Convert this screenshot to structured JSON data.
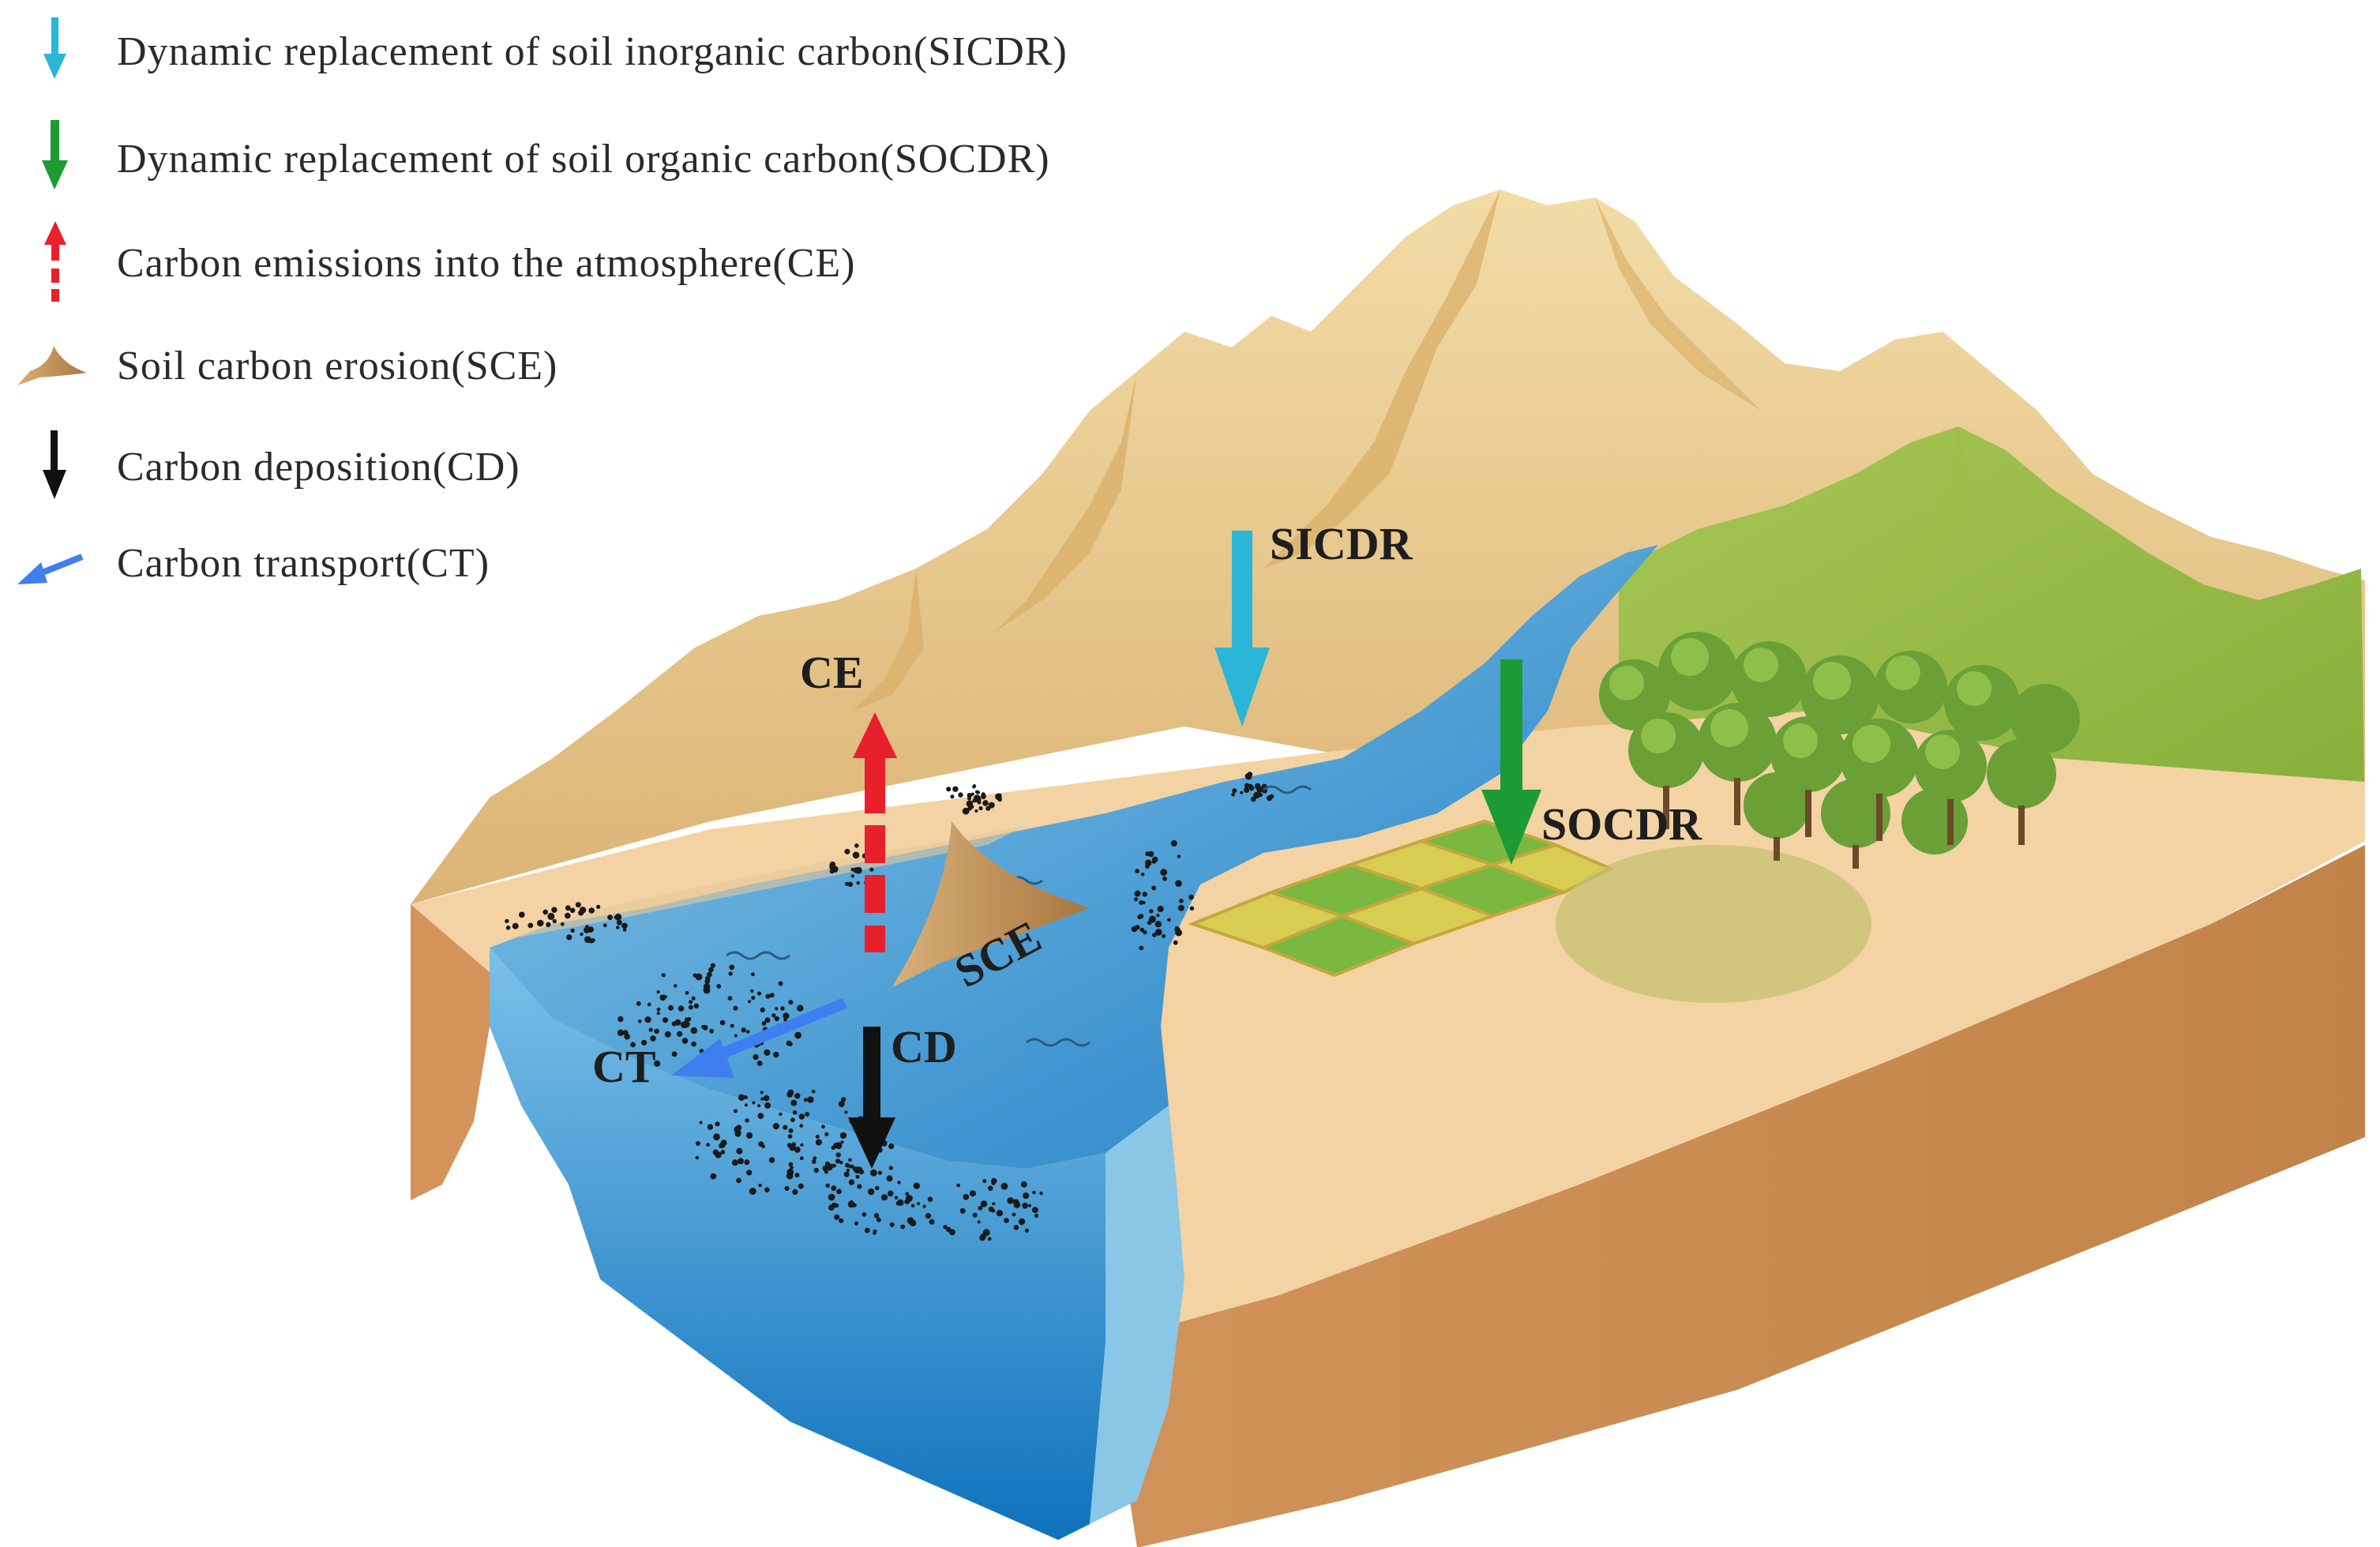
{
  "legend": {
    "items": [
      {
        "key": "sicdr",
        "text": "Dynamic replacement of soil inorganic carbon(SICDR)",
        "color": "#2bb5d6"
      },
      {
        "key": "socdr",
        "text": "Dynamic replacement of soil organic carbon(SOCDR)",
        "color": "#1e9a35"
      },
      {
        "key": "ce",
        "text": "Carbon emissions into the atmosphere(CE)",
        "color": "#e8202c"
      },
      {
        "key": "sce",
        "text": "Soil carbon erosion(SCE)",
        "color": "#b88a52"
      },
      {
        "key": "cd",
        "text": "Carbon deposition(CD)",
        "color": "#111111"
      },
      {
        "key": "ct",
        "text": "Carbon transport(CT)",
        "color": "#3f7ef0"
      }
    ]
  },
  "labels": {
    "sicdr": "SICDR",
    "socdr": "SOCDR",
    "ce": "CE",
    "sce": "SCE",
    "cd": "CD",
    "ct": "CT"
  },
  "colors": {
    "mountain": "#e8c98a",
    "mountain_shadow": "#d4ad6c",
    "soil_side": "#c98a4e",
    "water": "#3f98d6",
    "water_deep": "#1878c0",
    "sand": "#f0c99a",
    "vegetation": "#8db840",
    "tree": "#6ea035",
    "farmland": "#d8cc52"
  }
}
